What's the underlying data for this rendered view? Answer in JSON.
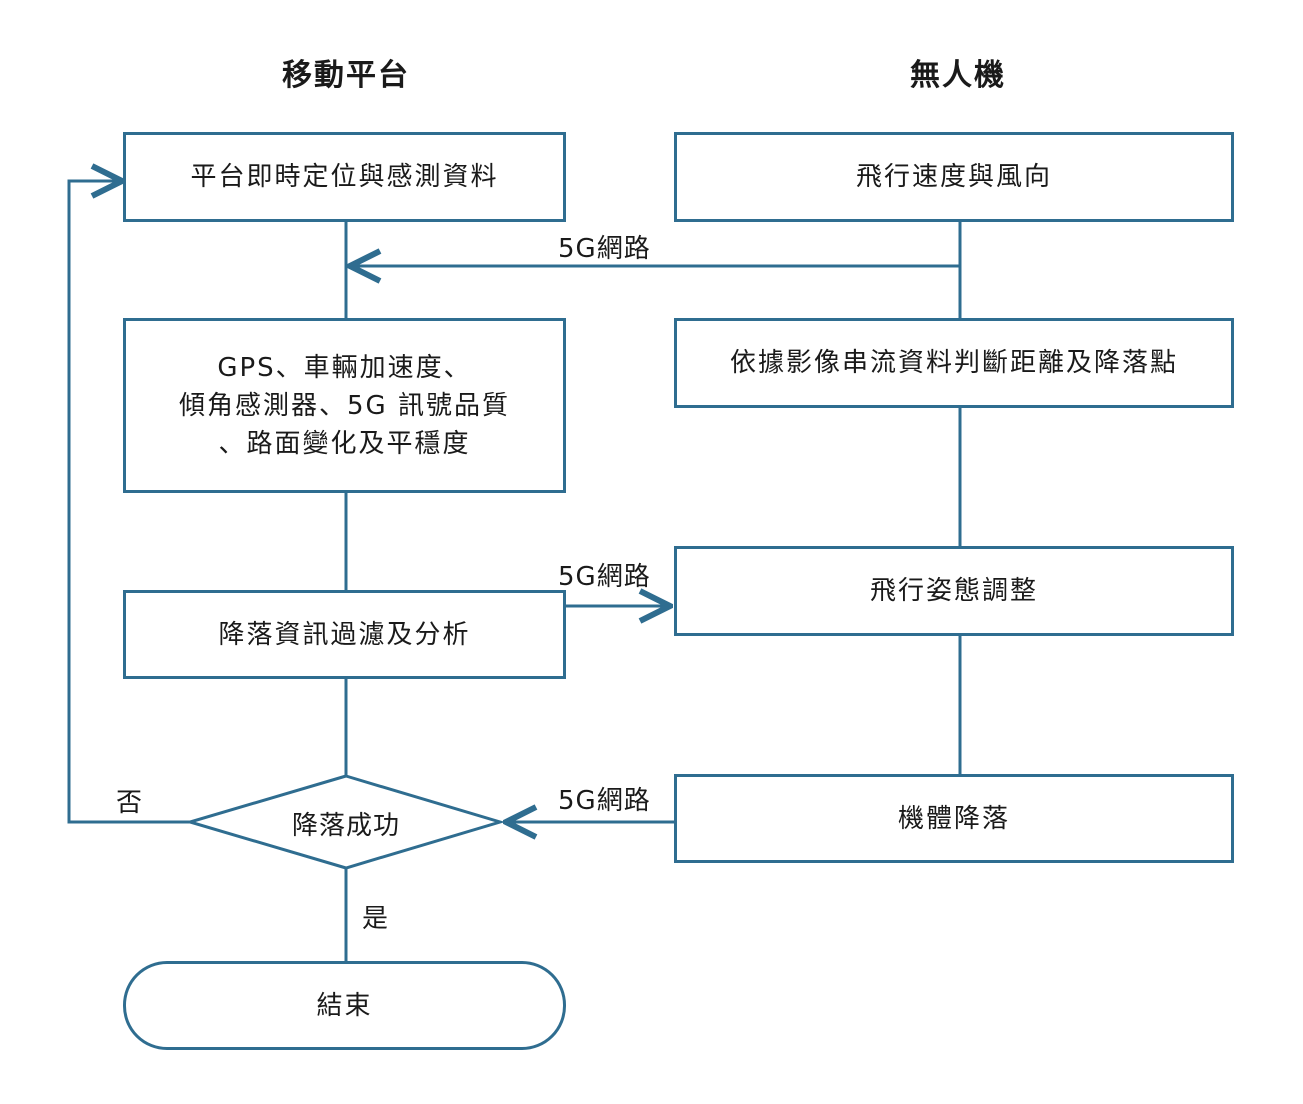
{
  "headers": {
    "left": "移動平台",
    "right": "無人機"
  },
  "left_column": {
    "platform_positioning": "平台即時定位與感測資料",
    "sensor_data": "GPS、車輛加速度、\n傾角感測器、5G 訊號品質\n、路面變化及平穩度",
    "landing_info_filter": "降落資訊過濾及分析",
    "decision": "降落成功",
    "end": "結束"
  },
  "right_column": {
    "flight_speed_wind": "飛行速度與風向",
    "video_stream_judgement": "依據影像串流資料判斷距離及降落點",
    "attitude_adjust": "飛行姿態調整",
    "body_landing": "機體降落"
  },
  "links": {
    "network_1": "5G網路",
    "network_2": "5G網路",
    "network_3": "5G網路",
    "no": "否",
    "yes": "是"
  },
  "colors": {
    "line": "#2f6d90",
    "text": "#1a1a1a"
  }
}
